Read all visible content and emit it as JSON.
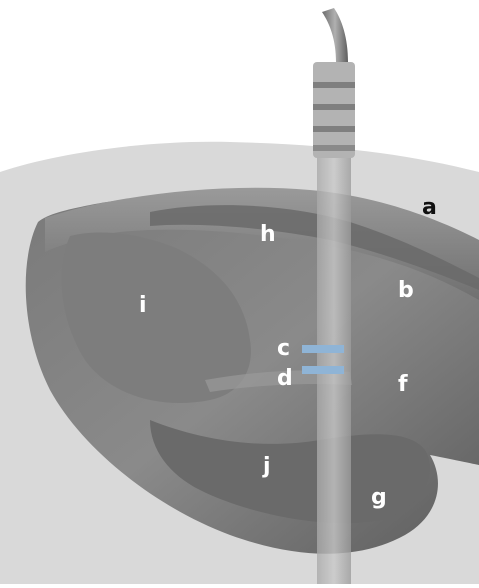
{
  "labels": {
    "a": "a",
    "b": "b",
    "c": "c",
    "d": "d",
    "f": "f",
    "g": "g",
    "h": "h",
    "i": "i",
    "j": "j"
  },
  "colors": {
    "background": "#ffffff",
    "outer_layer": "#d9d9d9",
    "rim": "#8f8f8f",
    "body": "#6e6e6e",
    "inner_lobe": "#5b5b5b",
    "probe": "#b9b9b9",
    "contact": "#8fb4d6",
    "label": "#ffffff",
    "label_dark": "#111111"
  }
}
